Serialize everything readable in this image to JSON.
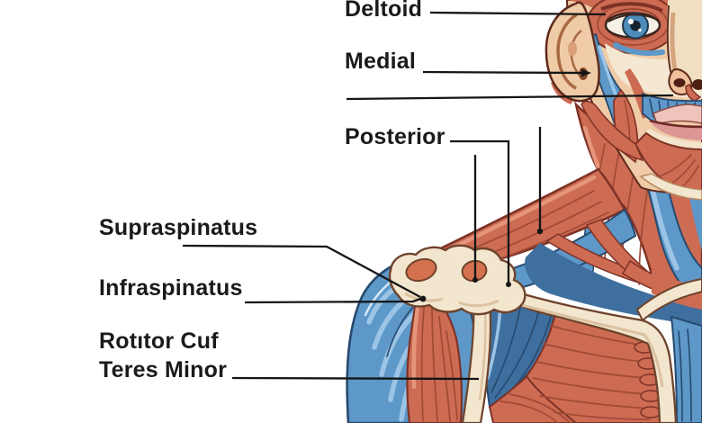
{
  "page": {
    "title": "Shoulder and facial muscle anatomy diagram",
    "background": "#ffffff"
  },
  "figure": {
    "description": "Stylized medical illustration of the right side of a face, neck and shoulder with red muscles, blue muscle bands and cream bones; black leader lines point from text labels to structures.",
    "leader_lines": [
      {
        "label": "Deltoid",
        "target": "eyebrow / orbicularis oculi muscle",
        "end": "plain"
      },
      {
        "label": "Medial",
        "target": "ear",
        "end": "arrowhead"
      },
      {
        "label": "",
        "target": "upper lip / nose base",
        "end": "plain"
      },
      {
        "label": "Posterior",
        "target": "shoulder joint (three droplines)",
        "end": "dot"
      },
      {
        "label": "Supraspinatus",
        "target": "humeral head",
        "end": "dot"
      },
      {
        "label": "Infraspinatus",
        "target": "humeral head",
        "end": "dot"
      },
      {
        "label": "Teres Minor",
        "target": "deltoid / arm muscles",
        "end": "plain"
      }
    ]
  },
  "labels": {
    "deltoid": "Deltoid",
    "medial": "Medial",
    "posterior": "Posterior",
    "supraspinatus": "Supraspinatus",
    "infraspinatus": "Infraspinatus",
    "rotator_cuff": "Rotıtor Cuf",
    "teres_minor": "Teres Minor"
  },
  "palette": {
    "ink": "#1a1a1a",
    "redMain": "#cd6b53",
    "redLight": "#e5967a",
    "redDark": "#a14a36",
    "redDeep": "#7e3226",
    "redOrange": "#d4714f",
    "blueMain": "#5d98c9",
    "blueLight": "#9cc4e6",
    "blueDark": "#3f6f9e",
    "blueNavy": "#27496e",
    "bone": "#f3e6cf",
    "boneShadow": "#dcc2a0",
    "boneOutline": "#6e432b",
    "skin": "#f0cba8",
    "outlineDark": "#5e2a1b",
    "lipPink": "#dc9694",
    "irisBlue": "#4e8cba"
  }
}
